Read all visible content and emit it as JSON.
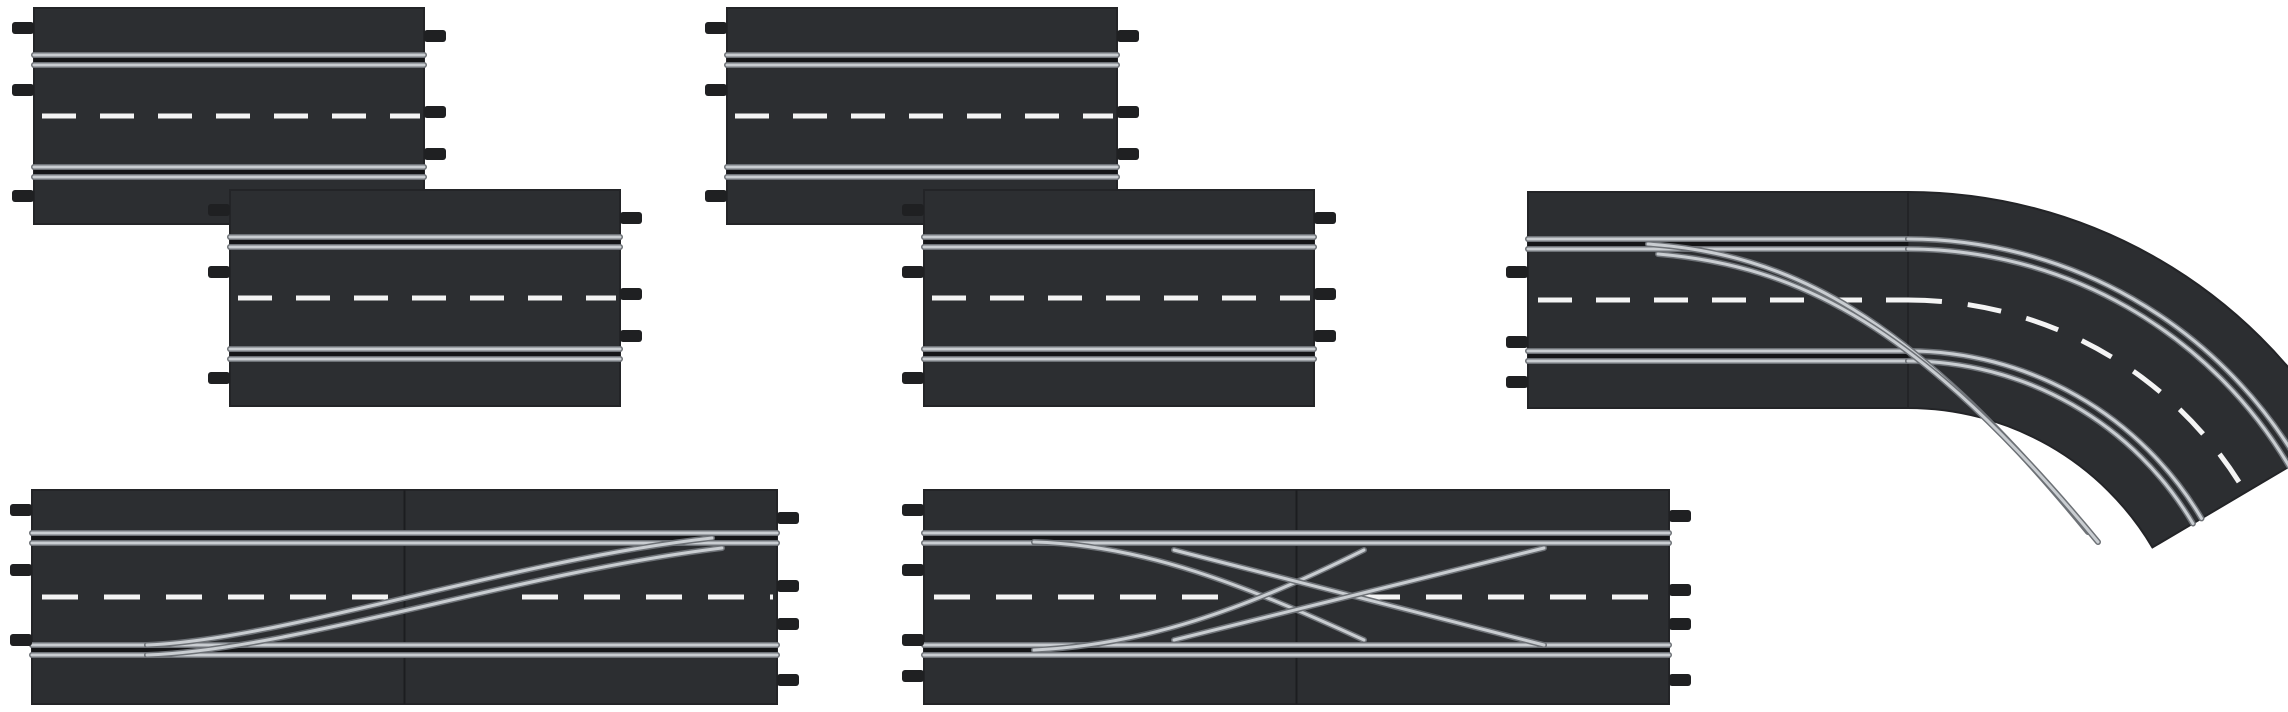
{
  "scene": {
    "background": "#ffffff",
    "asphalt": "#2c2e31",
    "asphalt_edge": "#232427",
    "rail": "#c9cdd1",
    "rail_shadow": "#6d7176",
    "stripe": "#f4f4f4",
    "connector": "#1f2022"
  },
  "pieces": [
    {
      "name": "straight-track-1",
      "kind": "straight"
    },
    {
      "name": "straight-track-2",
      "kind": "straight"
    },
    {
      "name": "straight-track-3",
      "kind": "straight"
    },
    {
      "name": "straight-track-4",
      "kind": "straight"
    },
    {
      "name": "curve-lane-change-track",
      "kind": "curve-lane-change"
    },
    {
      "name": "lane-change-track",
      "kind": "lane-change"
    },
    {
      "name": "double-lane-change-track",
      "kind": "double-lane-change"
    }
  ]
}
